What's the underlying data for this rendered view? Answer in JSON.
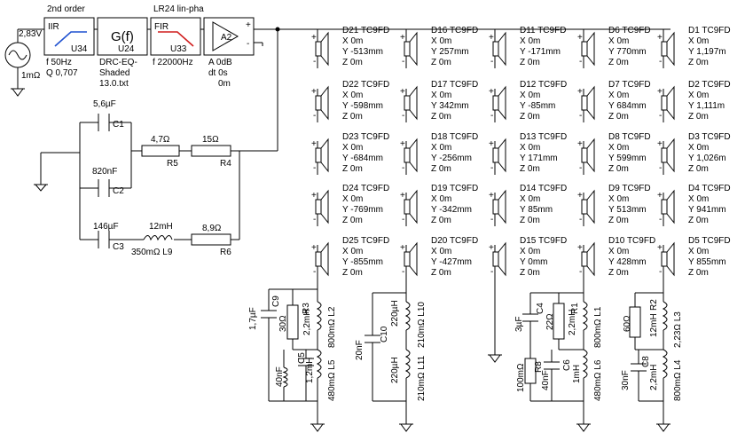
{
  "source": {
    "volt": "2,83V",
    "res": "1mΩ"
  },
  "blocks": {
    "iir": {
      "header": "2nd order",
      "tag": "IIR",
      "ref": "U34",
      "p1": "f   50Hz",
      "p2": "Q  0,707"
    },
    "gf": {
      "tag": "G(f)",
      "ref": "U24",
      "p1": "DRC-EQ-",
      "p2": "Shaded",
      "p3": "13.0.txt"
    },
    "fir": {
      "header": "LR24 lin-pha",
      "tag": "FIR",
      "ref": "U33",
      "p1": "f   22000Hz"
    },
    "amp": {
      "tag": "A2",
      "p1": "A  0dB",
      "p2": "dt 0s",
      "p3": "0m"
    }
  },
  "columns": [
    [
      {
        "name": "D21 TC9FD",
        "x": "X 0m",
        "y": "Y -513mm",
        "z": "Z 0m"
      },
      {
        "name": "D22 TC9FD",
        "x": "X 0m",
        "y": "Y -598mm",
        "z": "Z 0m"
      },
      {
        "name": "D23 TC9FD",
        "x": "X 0m",
        "y": "Y -684mm",
        "z": "Z 0m"
      },
      {
        "name": "D24 TC9FD",
        "x": "X 0m",
        "y": "Y -769mm",
        "z": "Z 0m"
      },
      {
        "name": "D25 TC9FD",
        "x": "X 0m",
        "y": "Y -855mm",
        "z": "Z 0m"
      }
    ],
    [
      {
        "name": "D16 TC9FD",
        "x": "X 0m",
        "y": "Y 257mm",
        "z": "Z 0m"
      },
      {
        "name": "D17 TC9FD",
        "x": "X 0m",
        "y": "Y 342mm",
        "z": "Z 0m"
      },
      {
        "name": "D18 TC9FD",
        "x": "X 0m",
        "y": "Y -256mm",
        "z": "Z 0m"
      },
      {
        "name": "D19 TC9FD",
        "x": "X 0m",
        "y": "Y -342mm",
        "z": "Z 0m"
      },
      {
        "name": "D20 TC9FD",
        "x": "X 0m",
        "y": "Y -427mm",
        "z": "Z 0m"
      }
    ],
    [
      {
        "name": "D11 TC9FD",
        "x": "X 0m",
        "y": "Y -171mm",
        "z": "Z 0m"
      },
      {
        "name": "D12 TC9FD",
        "x": "X 0m",
        "y": "Y -85mm",
        "z": "Z 0m"
      },
      {
        "name": "D13 TC9FD",
        "x": "X 0m",
        "y": "Y 171mm",
        "z": "Z 0m"
      },
      {
        "name": "D14 TC9FD",
        "x": "X 0m",
        "y": "Y 85mm",
        "z": "Z 0m"
      },
      {
        "name": "D15 TC9FD",
        "x": "X 0m",
        "y": "Y 0mm",
        "z": "Z 0m"
      }
    ],
    [
      {
        "name": "D6 TC9FD",
        "x": "X 0m",
        "y": "Y 770mm",
        "z": "Z 0m"
      },
      {
        "name": "D7 TC9FD",
        "x": "X 0m",
        "y": "Y 684mm",
        "z": "Z 0m"
      },
      {
        "name": "D8 TC9FD",
        "x": "X 0m",
        "y": "Y 599mm",
        "z": "Z 0m"
      },
      {
        "name": "D9 TC9FD",
        "x": "X 0m",
        "y": "Y 513mm",
        "z": "Z 0m"
      },
      {
        "name": "D10 TC9FD",
        "x": "X 0m",
        "y": "Y 428mm",
        "z": "Z 0m"
      }
    ],
    [
      {
        "name": "D1 TC9FD",
        "x": "X 0m",
        "y": "Y 1,197m",
        "z": "Z 0m"
      },
      {
        "name": "D2 TC9FD",
        "x": "X 0m",
        "y": "Y 1,111m",
        "z": "Z 0m"
      },
      {
        "name": "D3 TC9FD",
        "x": "X 0m",
        "y": "Y 1,026m",
        "z": "Z 0m"
      },
      {
        "name": "D4 TC9FD",
        "x": "X 0m",
        "y": "Y 941mm",
        "z": "Z 0m"
      },
      {
        "name": "D5 TC9FD",
        "x": "X 0m",
        "y": "Y 855mm",
        "z": "Z 0m"
      }
    ]
  ],
  "network": {
    "c1": {
      "value": "5,6µF",
      "ref": "C1"
    },
    "c2": {
      "value": "820nF",
      "ref": "C2"
    },
    "c3": {
      "value": "146µF",
      "ref": "C3"
    },
    "r5": {
      "value": "4,7Ω",
      "ref": "R5"
    },
    "r4": {
      "value": "15Ω",
      "ref": "R4"
    },
    "l9": {
      "value": "12mH",
      "ref": "350mΩ L9"
    },
    "r6": {
      "value": "8,9Ω",
      "ref": "R6"
    }
  },
  "comp_labels": [
    "1,7µF",
    "C9",
    "30Ω",
    "R3",
    "2,2mH",
    "800mΩ L2",
    "40nF",
    "C5",
    "1,2mH",
    "480mΩ L5",
    "20nF",
    "C10",
    "220µH",
    "210mΩ L10",
    "220µH",
    "210mΩ L11",
    "3µF",
    "C4",
    "22Ω",
    "R1",
    "2,2mH",
    "800mΩ L1",
    "100mΩ",
    "R8",
    "40nF",
    "C6",
    "1mH",
    "480mΩ L6",
    "60Ω",
    "R2",
    "12mH",
    "2,23Ω L3",
    "30nF",
    "C8",
    "2,2mH",
    "800mΩ L4"
  ]
}
